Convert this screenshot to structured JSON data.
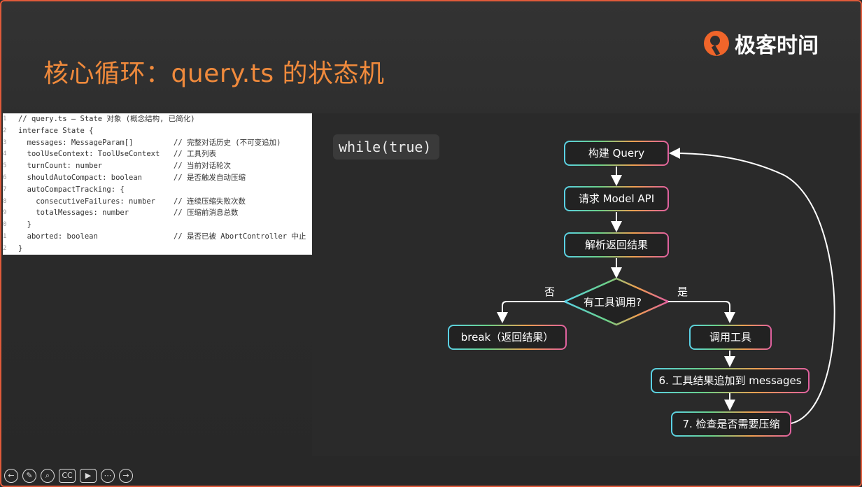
{
  "slide": {
    "title": "核心循环：query.ts 的状态机",
    "logo_text": "极客时间",
    "accent_color": "#f08a3c"
  },
  "code": {
    "lines": [
      {
        "n": "1",
        "text": "// query.ts — State 对象 (概念结构, 已简化)",
        "comment": ""
      },
      {
        "n": "2",
        "text": "interface State {",
        "comment": ""
      },
      {
        "n": "3",
        "text": "  messages: MessageParam[]",
        "comment": "// 完整对话历史 (不可变追加)"
      },
      {
        "n": "4",
        "text": "  toolUseContext: ToolUseContext",
        "comment": "// 工具列表"
      },
      {
        "n": "5",
        "text": "  turnCount: number",
        "comment": "// 当前对话轮次"
      },
      {
        "n": "6",
        "text": "  shouldAutoCompact: boolean",
        "comment": "// 是否触发自动压缩"
      },
      {
        "n": "7",
        "text": "  autoCompactTracking: {",
        "comment": ""
      },
      {
        "n": "8",
        "text": "    consecutiveFailures: number",
        "comment": "// 连续压缩失败次数"
      },
      {
        "n": "9",
        "text": "    totalMessages: number",
        "comment": "// 压缩前消息总数"
      },
      {
        "n": "0",
        "text": "  }",
        "comment": ""
      },
      {
        "n": "1",
        "text": "  aborted: boolean",
        "comment": "// 是否已被 AbortController 中止"
      },
      {
        "n": "2",
        "text": "}",
        "comment": ""
      }
    ]
  },
  "diagram": {
    "while_label": "while(true)",
    "nodes": {
      "build": "构建 Query",
      "request": "请求 Model API",
      "parse": "解析返回结果",
      "decision": "有工具调用?",
      "break": "break（返回结果）",
      "call_tool": "调用工具",
      "append": "6. 工具结果追加到 messages",
      "check": "7. 检查是否需要压缩"
    },
    "edge_no": "否",
    "edge_yes": "是"
  },
  "toolbar": {
    "buttons": [
      {
        "icon": "back-arrow-icon"
      },
      {
        "icon": "pen-icon"
      },
      {
        "icon": "zoom-icon"
      },
      {
        "icon": "cc-icon",
        "label": "CC"
      },
      {
        "icon": "video-icon"
      },
      {
        "icon": "more-icon",
        "label": "⋯"
      },
      {
        "icon": "forward-arrow-icon"
      }
    ]
  }
}
